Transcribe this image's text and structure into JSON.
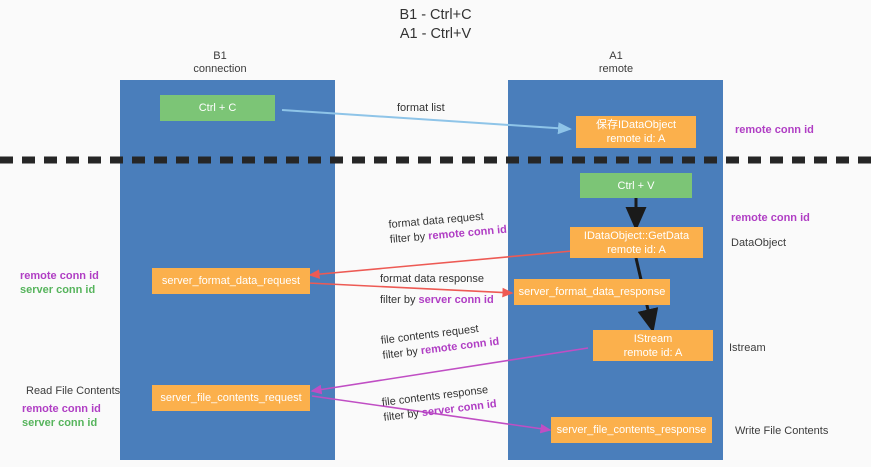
{
  "title_line1": "B1 - Ctrl+C",
  "title_line2": "A1 - Ctrl+V",
  "columns": [
    {
      "name": "B1",
      "role": "connection"
    },
    {
      "name": "A1",
      "role": "remote"
    }
  ],
  "colors": {
    "lane": "#4a7ebb",
    "green_node": "#7cc576",
    "orange_node": "#fbb04c",
    "remote_conn_id": "#b03ec4",
    "server_conn_id": "#56b45c",
    "arrow_format_list": "#8ec4e8",
    "arrow_format_data": "#ed5a54",
    "arrow_file_contents": "#c04ec4",
    "arrow_black": "#1a1a1a",
    "divider": "#262626",
    "background": "#fafafa"
  },
  "nodes": [
    {
      "id": "ctrl-c",
      "label": "Ctrl + C",
      "sub": "",
      "kind": "green"
    },
    {
      "id": "save-idataobject",
      "label": "保存IDataObject",
      "sub": "remote id: A",
      "kind": "orange"
    },
    {
      "id": "ctrl-v",
      "label": "Ctrl + V",
      "sub": "",
      "kind": "green"
    },
    {
      "id": "idataobject-getdata",
      "label": "IDataObject::GetData",
      "sub": "remote id: A",
      "kind": "orange"
    },
    {
      "id": "server-format-data-request",
      "label": "server_format_data_request",
      "sub": "",
      "kind": "orange"
    },
    {
      "id": "server-format-data-response",
      "label": "server_format_data_response",
      "sub": "",
      "kind": "orange"
    },
    {
      "id": "istream",
      "label": "IStream",
      "sub": "remote id: A",
      "kind": "orange"
    },
    {
      "id": "server-file-contents-request",
      "label": "server_file_contents_request",
      "sub": "",
      "kind": "orange"
    },
    {
      "id": "server-file-contents-response",
      "label": "server_file_contents_response",
      "sub": "",
      "kind": "orange"
    }
  ],
  "edge_labels": [
    {
      "id": "format-list",
      "text": "format list",
      "filter_prefix": "",
      "filter_value": ""
    },
    {
      "id": "format-data-request",
      "text": "format data request",
      "filter_prefix": "filter by ",
      "filter_value": "remote conn id"
    },
    {
      "id": "format-data-response",
      "text": "format data response",
      "filter_prefix": "filter by ",
      "filter_value": "server conn id"
    },
    {
      "id": "file-contents-request",
      "text": "file contents request",
      "filter_prefix": "filter by ",
      "filter_value": "remote conn id"
    },
    {
      "id": "file-contents-response",
      "text": "file contents response",
      "filter_prefix": "filter by ",
      "filter_value": "server conn id"
    }
  ],
  "right_labels": [
    {
      "id": "right-remote-conn-id-top",
      "text": "remote conn id",
      "style": "purple"
    },
    {
      "id": "right-remote-conn-id-mid",
      "text": "remote conn id",
      "style": "purple"
    },
    {
      "id": "right-dataobject",
      "text": "DataObject",
      "style": "plain"
    },
    {
      "id": "right-istream",
      "text": "Istream",
      "style": "plain"
    },
    {
      "id": "right-write-file-contents",
      "text": "Write File Contents",
      "style": "plain"
    }
  ],
  "left_labels": [
    {
      "id": "left-remote-conn-id-mid",
      "text": "remote conn id",
      "style": "purple"
    },
    {
      "id": "left-server-conn-id-mid",
      "text": "server conn id",
      "style": "green"
    },
    {
      "id": "left-read-file-contents",
      "text": "Read File Contents",
      "style": "plain"
    },
    {
      "id": "left-remote-conn-id-bot",
      "text": "remote conn id",
      "style": "purple"
    },
    {
      "id": "left-server-conn-id-bot",
      "text": "server conn id",
      "style": "green"
    }
  ]
}
